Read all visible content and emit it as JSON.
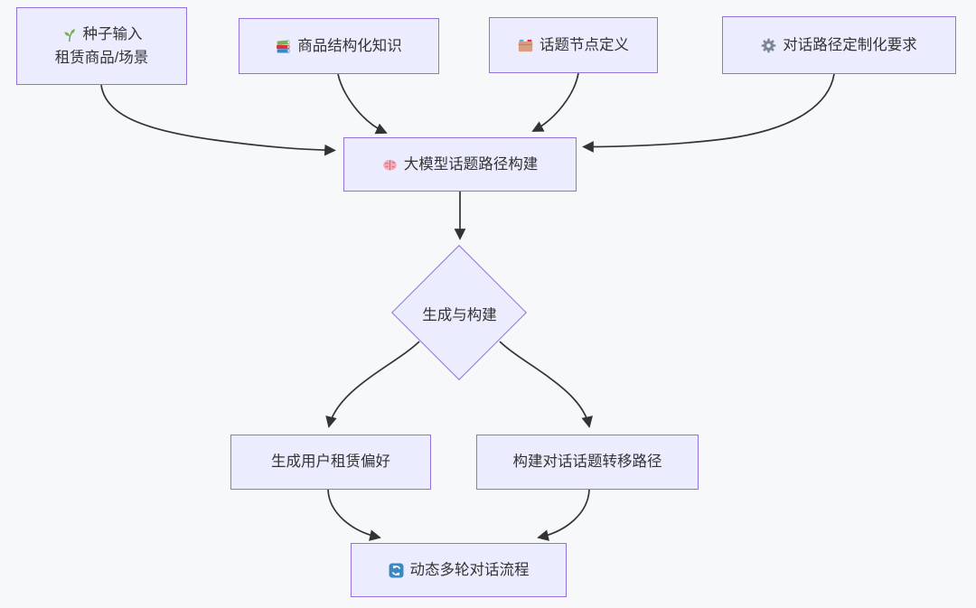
{
  "diagram": {
    "type": "flowchart",
    "colors": {
      "background": "#F7F8FA",
      "node_fill": "#ECECFF",
      "node_border": "#9370DB",
      "edge": "#333333",
      "text": "#333333",
      "refresh_icon_blue": "#3B88C3",
      "seedling_green": "#77B255",
      "brain_pink": "#F4ABBA",
      "gear_gray": "#7B8794",
      "card_index_tan": "#D99E82"
    },
    "nodes": {
      "seed": {
        "icon": "seedling",
        "line1": "种子输入",
        "line2": "租赁商品/场景"
      },
      "knowledge": {
        "icon": "books",
        "label": "商品结构化知识"
      },
      "topic_nodes": {
        "icon": "card-index",
        "label": "话题节点定义"
      },
      "customization": {
        "icon": "gear",
        "label": "对话路径定制化要求"
      },
      "builder": {
        "icon": "brain",
        "label": "大模型话题路径构建"
      },
      "decision": {
        "label": "生成与构建"
      },
      "preferences": {
        "label": "生成用户租赁偏好"
      },
      "transfer_path": {
        "label": "构建对话话题转移路径"
      },
      "dialogue_flow": {
        "icon": "refresh",
        "label": "动态多轮对话流程"
      }
    },
    "edges": [
      {
        "from": "seed",
        "to": "builder"
      },
      {
        "from": "knowledge",
        "to": "builder"
      },
      {
        "from": "topic_nodes",
        "to": "builder"
      },
      {
        "from": "customization",
        "to": "builder"
      },
      {
        "from": "builder",
        "to": "decision"
      },
      {
        "from": "decision",
        "to": "preferences"
      },
      {
        "from": "decision",
        "to": "transfer_path"
      },
      {
        "from": "preferences",
        "to": "dialogue_flow"
      },
      {
        "from": "transfer_path",
        "to": "dialogue_flow"
      }
    ]
  }
}
